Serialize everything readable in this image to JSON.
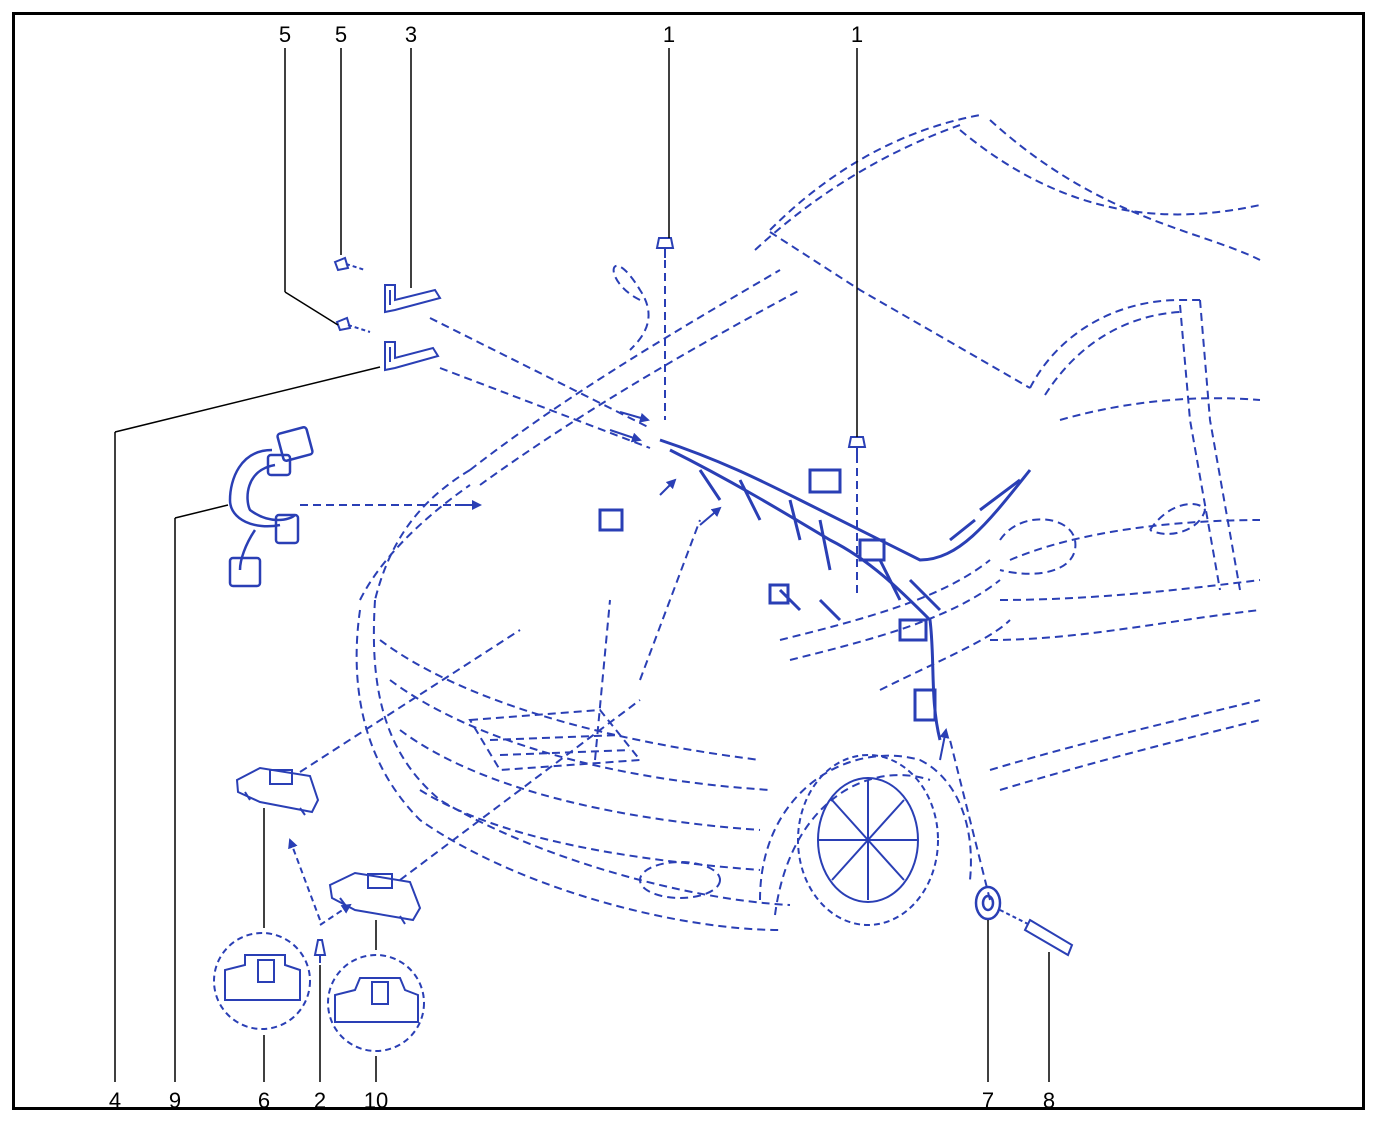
{
  "colors": {
    "frame": "#000000",
    "line": "#2a3fb5",
    "leader": "#000000"
  },
  "callouts": {
    "c5a": "5",
    "c5b": "5",
    "c3": "3",
    "c1a": "1",
    "c1b": "1",
    "c4": "4",
    "c9": "9",
    "c6": "6",
    "c2": "2",
    "c10": "10",
    "c7": "7",
    "c8": "8"
  }
}
